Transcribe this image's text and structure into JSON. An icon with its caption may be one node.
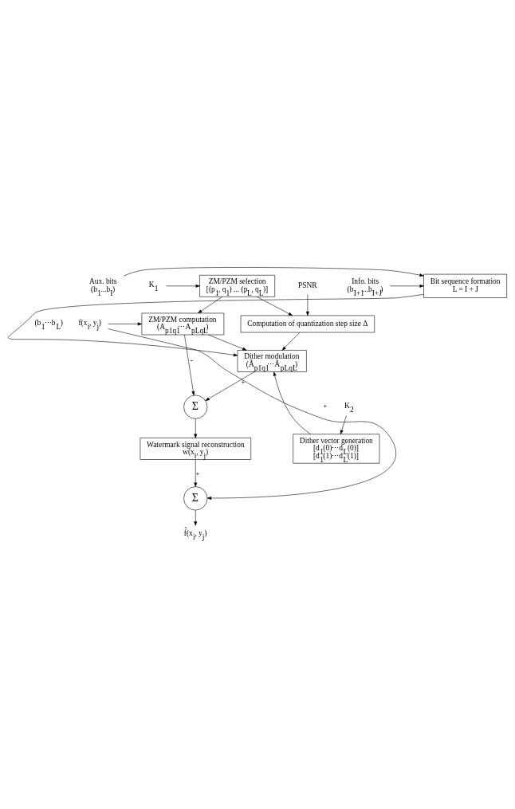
{
  "diagram": {
    "nodes": [
      {
        "text": [
          "Aux. bits",
          "(b$_{1}$...b$_{I}$)"
        ]
      },
      {
        "text": [
          "Info. bits",
          "(b$_{I+1}$...b$_{I+J}$)"
        ]
      },
      {
        "text": [
          "Bit sequence formation",
          "L = I + J"
        ]
      },
      {
        "text": [
          "K$_{1}$"
        ]
      },
      {
        "text": [
          "ZM/PZM selection",
          "[(p$_{1}$, q$_{1}$) ... (p$_{L}$, q$_{L}$)]"
        ]
      },
      {
        "text": [
          "PSNR"
        ]
      },
      {
        "text": [
          "f(x$_{i}$, y$_{j}$)"
        ]
      },
      {
        "text": [
          "ZM/PZM computation",
          "(A$_{p1q1}$⋯A$_{pLqL}$)"
        ]
      },
      {
        "text": [
          "Computation of quantization step size Δ"
        ]
      },
      {
        "text": [
          "Dither modulation",
          "(Ã$_{p1q1}$⋯Ã$_{pLqL}$)"
        ]
      },
      {
        "text": [
          "Σ"
        ]
      },
      {
        "text": [
          "Dither vector generation",
          "[d$_{1}$(0)⋯d$_{L}$(0)]",
          "[d$_{1}$(1)⋯d$_{L}$(1)]"
        ]
      },
      {
        "text": [
          "K$_{2}$"
        ]
      },
      {
        "text": [
          "Watermark signal reconstruction",
          "w(x$_{i}$, y$_{j}$)"
        ]
      },
      {
        "text": [
          "Σ"
        ]
      },
      {
        "text": [
          "f̃(x$_{i}$, y$_{j}$)"
        ]
      }
    ],
    "edges": [
      {
        "from": 0,
        "to": 2,
        "arrow": "to"
      },
      {
        "from": 1,
        "to": 2,
        "arrow": "to"
      },
      {
        "from": 2,
        "to": 9,
        "arrow": "to",
        "label": "(b$_{1}$⋯b$_{L}$)"
      },
      {
        "from": 3,
        "to": 4,
        "arrow": "to"
      },
      {
        "from": 4,
        "to": 7,
        "arrow": "to"
      },
      {
        "from": 4,
        "to": 8,
        "arrow": "to"
      },
      {
        "from": 5,
        "to": 8,
        "arrow": "to"
      },
      {
        "from": 6,
        "to": 7,
        "arrow": "to"
      },
      {
        "from": 6,
        "to": 14,
        "arrow": "to",
        "label": "+"
      },
      {
        "from": 7,
        "to": 9,
        "arrow": "to"
      },
      {
        "from": 7,
        "to": 10,
        "arrow": "to",
        "label": "-"
      },
      {
        "from": 8,
        "to": 9,
        "arrow": "to"
      },
      {
        "from": 11,
        "to": 9,
        "arrow": "to"
      },
      {
        "from": 12,
        "to": 11,
        "arrow": "to"
      },
      {
        "from": 9,
        "to": 10,
        "arrow": "to",
        "label": "+"
      },
      {
        "from": 10,
        "to": 13,
        "arrow": "to"
      },
      {
        "from": 13,
        "to": 14,
        "arrow": "to",
        "label": "+"
      },
      {
        "from": 14,
        "to": 15,
        "arrow": "to"
      }
    ]
  }
}
